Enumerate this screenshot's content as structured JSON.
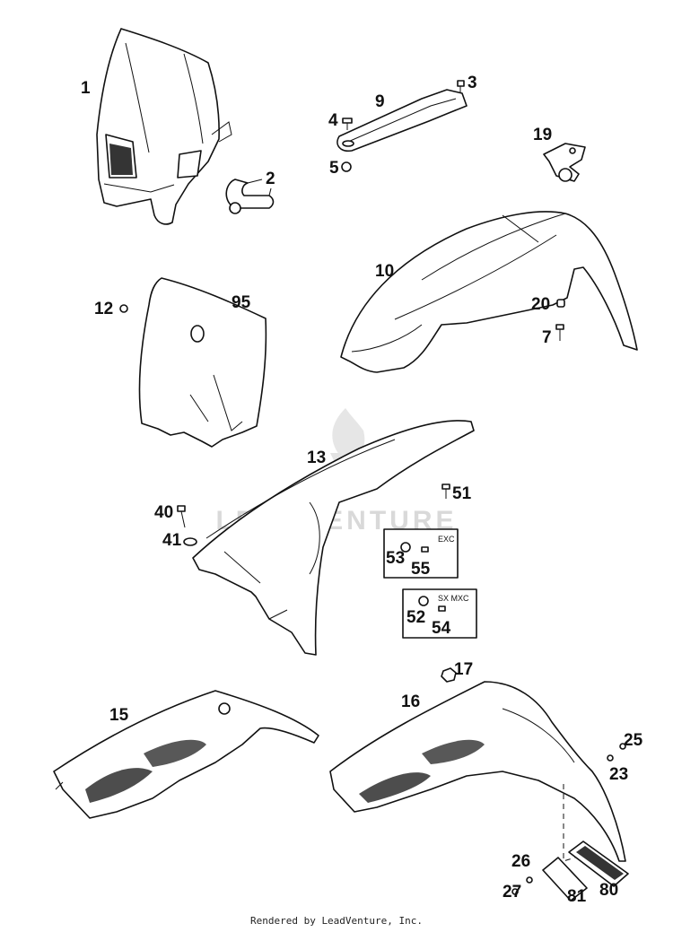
{
  "parts": [
    {
      "id": "1"
    },
    {
      "id": "2"
    },
    {
      "id": "3"
    },
    {
      "id": "4"
    },
    {
      "id": "5"
    },
    {
      "id": "9"
    },
    {
      "id": "19"
    },
    {
      "id": "10"
    },
    {
      "id": "12"
    },
    {
      "id": "95"
    },
    {
      "id": "20"
    },
    {
      "id": "7"
    },
    {
      "id": "13"
    },
    {
      "id": "51"
    },
    {
      "id": "40"
    },
    {
      "id": "41"
    },
    {
      "id": "53"
    },
    {
      "id": "55"
    },
    {
      "id": "52"
    },
    {
      "id": "54"
    },
    {
      "id": "17"
    },
    {
      "id": "15"
    },
    {
      "id": "16"
    },
    {
      "id": "25"
    },
    {
      "id": "23"
    },
    {
      "id": "26"
    },
    {
      "id": "27"
    },
    {
      "id": "81"
    },
    {
      "id": "80"
    }
  ],
  "variant_boxes": [
    {
      "label": "EXC"
    },
    {
      "label": "SX MXC"
    }
  ],
  "watermark": "LEADVENTURE",
  "footer": "Rendered by LeadVenture, Inc."
}
